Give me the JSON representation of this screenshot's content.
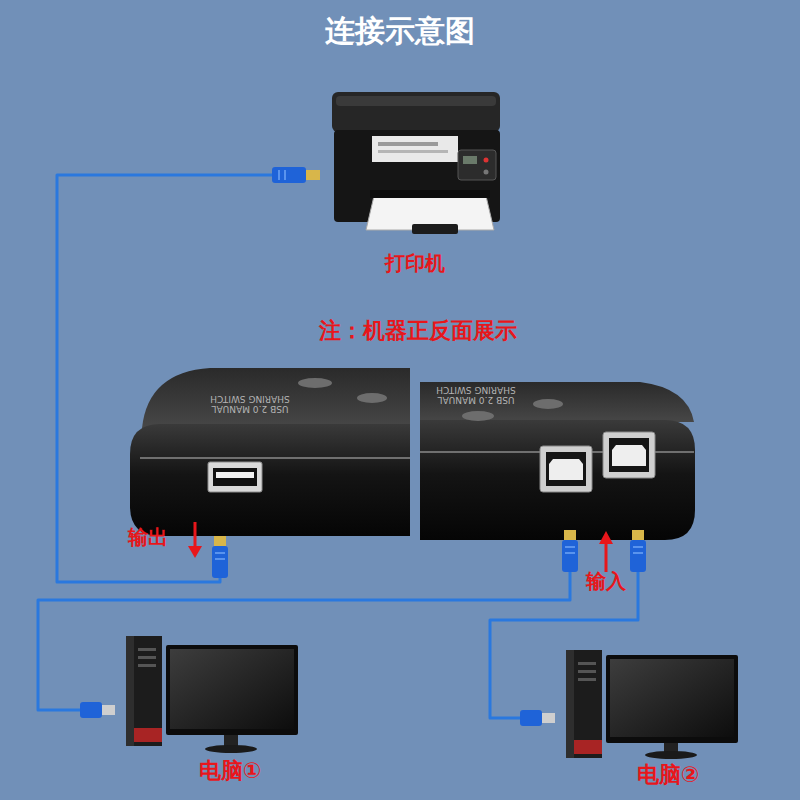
{
  "diagram": {
    "title": "连接示意图",
    "nodes": [
      {
        "text": [
          "打印机"
        ]
      },
      {
        "text": [
          "USB 2.0 MANUAL SHARING SWITCH"
        ]
      },
      {
        "text": [
          "USB 2.0 MANUAL SHARING SWITCH"
        ]
      },
      {
        "text": [
          "电脑①"
        ]
      },
      {
        "text": [
          "电脑②"
        ]
      }
    ],
    "edges": [
      {
        "from": 1,
        "to": 0,
        "arrow": "none"
      },
      {
        "from": 2,
        "to": 3,
        "arrow": "none"
      },
      {
        "from": 2,
        "to": 4,
        "arrow": "none"
      }
    ],
    "labels": [
      "注：机器正反面展示",
      "输出",
      "输入"
    ]
  }
}
